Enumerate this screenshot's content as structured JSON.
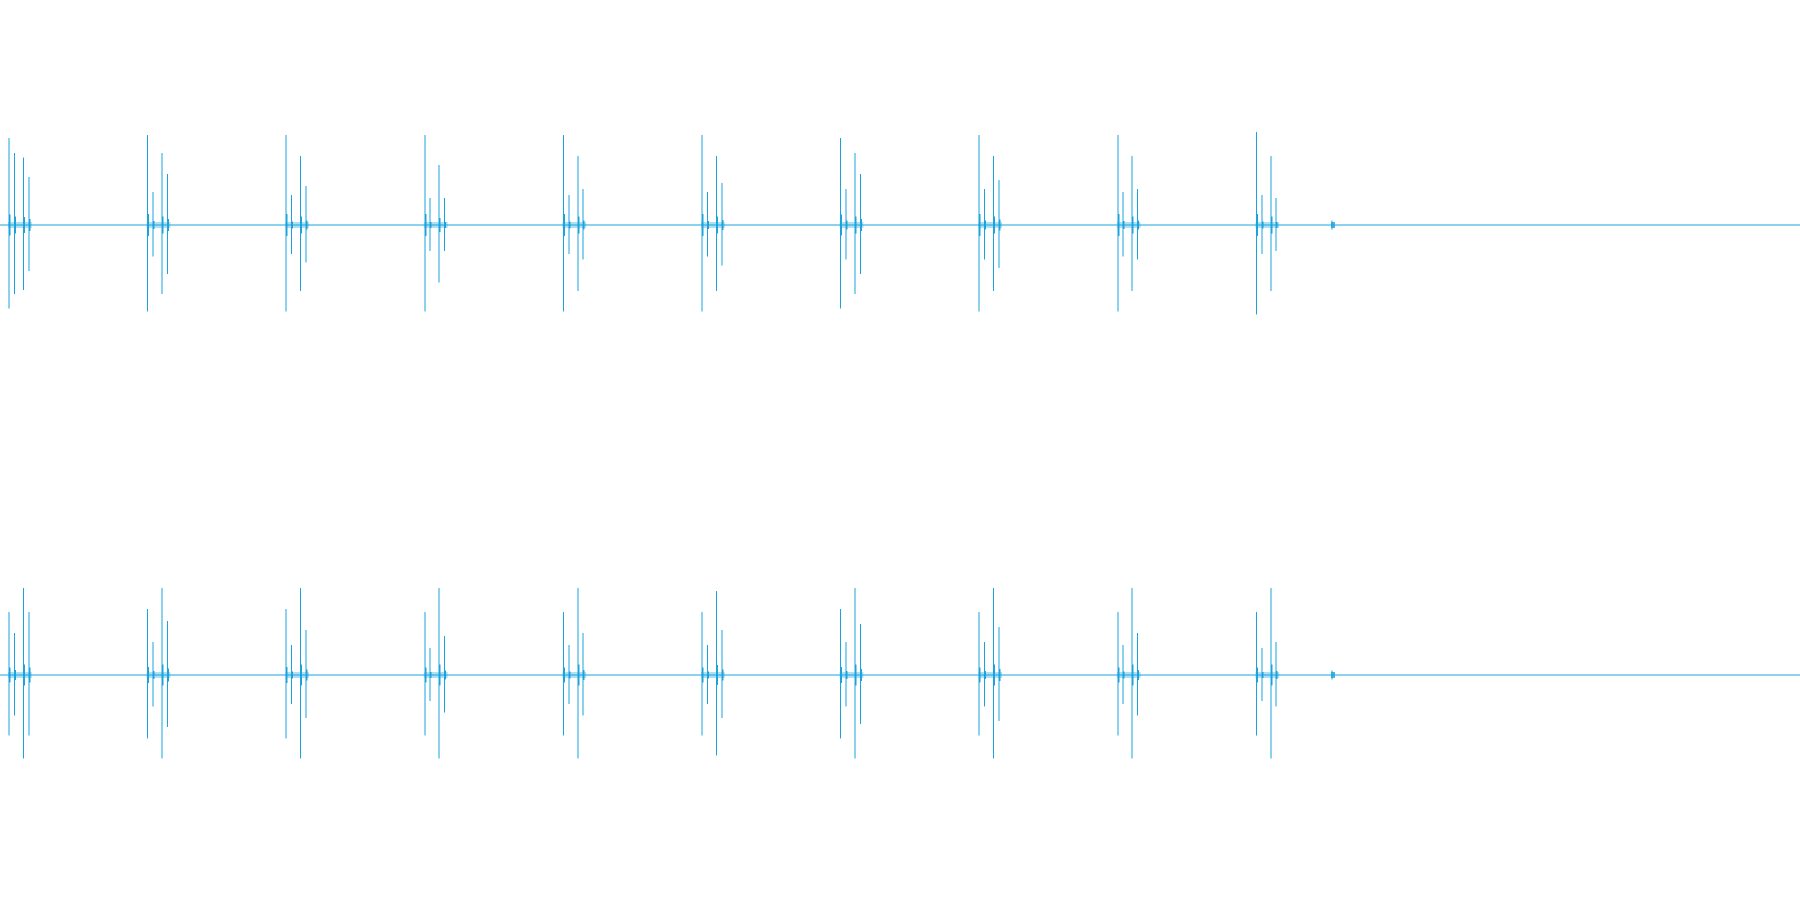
{
  "chart_data": {
    "type": "line",
    "title": "",
    "xlabel": "",
    "ylabel": "",
    "grid": false,
    "legend": "none",
    "color": "#1aa3de",
    "ylim": [
      -1,
      1
    ],
    "xlim": [
      0,
      1
    ],
    "channels": [
      {
        "events": [
          {
            "t": 0.005,
            "peaks": [
              {
                "dt": 0.0,
                "amp": 0.58
              },
              {
                "dt": 0.003,
                "amp": 0.48
              },
              {
                "dt": 0.008,
                "amp": 0.45
              },
              {
                "dt": 0.011,
                "amp": 0.32
              }
            ]
          },
          {
            "t": 0.082,
            "peaks": [
              {
                "dt": 0.0,
                "amp": 0.6
              },
              {
                "dt": 0.003,
                "amp": 0.22
              },
              {
                "dt": 0.008,
                "amp": 0.48
              },
              {
                "dt": 0.011,
                "amp": 0.34
              }
            ]
          },
          {
            "t": 0.159,
            "peaks": [
              {
                "dt": 0.0,
                "amp": 0.6
              },
              {
                "dt": 0.003,
                "amp": 0.2
              },
              {
                "dt": 0.008,
                "amp": 0.46
              },
              {
                "dt": 0.011,
                "amp": 0.26
              }
            ]
          },
          {
            "t": 0.236,
            "peaks": [
              {
                "dt": 0.0,
                "amp": 0.6
              },
              {
                "dt": 0.003,
                "amp": 0.18
              },
              {
                "dt": 0.008,
                "amp": 0.4
              },
              {
                "dt": 0.011,
                "amp": 0.18
              }
            ]
          },
          {
            "t": 0.313,
            "peaks": [
              {
                "dt": 0.0,
                "amp": 0.6
              },
              {
                "dt": 0.003,
                "amp": 0.2
              },
              {
                "dt": 0.008,
                "amp": 0.46
              },
              {
                "dt": 0.011,
                "amp": 0.24
              }
            ]
          },
          {
            "t": 0.39,
            "peaks": [
              {
                "dt": 0.0,
                "amp": 0.6
              },
              {
                "dt": 0.003,
                "amp": 0.22
              },
              {
                "dt": 0.008,
                "amp": 0.46
              },
              {
                "dt": 0.011,
                "amp": 0.28
              }
            ]
          },
          {
            "t": 0.467,
            "peaks": [
              {
                "dt": 0.0,
                "amp": 0.58
              },
              {
                "dt": 0.003,
                "amp": 0.24
              },
              {
                "dt": 0.008,
                "amp": 0.48
              },
              {
                "dt": 0.011,
                "amp": 0.34
              }
            ]
          },
          {
            "t": 0.544,
            "peaks": [
              {
                "dt": 0.0,
                "amp": 0.6
              },
              {
                "dt": 0.003,
                "amp": 0.24
              },
              {
                "dt": 0.008,
                "amp": 0.46
              },
              {
                "dt": 0.011,
                "amp": 0.3
              }
            ]
          },
          {
            "t": 0.621,
            "peaks": [
              {
                "dt": 0.0,
                "amp": 0.6
              },
              {
                "dt": 0.003,
                "amp": 0.22
              },
              {
                "dt": 0.008,
                "amp": 0.46
              },
              {
                "dt": 0.011,
                "amp": 0.24
              }
            ]
          },
          {
            "t": 0.698,
            "peaks": [
              {
                "dt": 0.0,
                "amp": 0.62
              },
              {
                "dt": 0.003,
                "amp": 0.2
              },
              {
                "dt": 0.008,
                "amp": 0.46
              },
              {
                "dt": 0.011,
                "amp": 0.18
              }
            ]
          },
          {
            "t": 0.74,
            "peaks": [
              {
                "dt": 0.0,
                "amp": 0.03
              }
            ]
          }
        ]
      },
      {
        "events": [
          {
            "t": 0.005,
            "peaks": [
              {
                "dt": 0.0,
                "amp": 0.42
              },
              {
                "dt": 0.003,
                "amp": 0.28
              },
              {
                "dt": 0.008,
                "amp": 0.58
              },
              {
                "dt": 0.011,
                "amp": 0.42
              }
            ]
          },
          {
            "t": 0.082,
            "peaks": [
              {
                "dt": 0.0,
                "amp": 0.44
              },
              {
                "dt": 0.003,
                "amp": 0.22
              },
              {
                "dt": 0.008,
                "amp": 0.58
              },
              {
                "dt": 0.011,
                "amp": 0.36
              }
            ]
          },
          {
            "t": 0.159,
            "peaks": [
              {
                "dt": 0.0,
                "amp": 0.44
              },
              {
                "dt": 0.003,
                "amp": 0.2
              },
              {
                "dt": 0.008,
                "amp": 0.58
              },
              {
                "dt": 0.011,
                "amp": 0.3
              }
            ]
          },
          {
            "t": 0.236,
            "peaks": [
              {
                "dt": 0.0,
                "amp": 0.42
              },
              {
                "dt": 0.003,
                "amp": 0.18
              },
              {
                "dt": 0.008,
                "amp": 0.58
              },
              {
                "dt": 0.011,
                "amp": 0.26
              }
            ]
          },
          {
            "t": 0.313,
            "peaks": [
              {
                "dt": 0.0,
                "amp": 0.42
              },
              {
                "dt": 0.003,
                "amp": 0.2
              },
              {
                "dt": 0.008,
                "amp": 0.58
              },
              {
                "dt": 0.011,
                "amp": 0.28
              }
            ]
          },
          {
            "t": 0.39,
            "peaks": [
              {
                "dt": 0.0,
                "amp": 0.42
              },
              {
                "dt": 0.003,
                "amp": 0.2
              },
              {
                "dt": 0.008,
                "amp": 0.56
              },
              {
                "dt": 0.011,
                "amp": 0.3
              }
            ]
          },
          {
            "t": 0.467,
            "peaks": [
              {
                "dt": 0.0,
                "amp": 0.44
              },
              {
                "dt": 0.003,
                "amp": 0.22
              },
              {
                "dt": 0.008,
                "amp": 0.58
              },
              {
                "dt": 0.011,
                "amp": 0.34
              }
            ]
          },
          {
            "t": 0.544,
            "peaks": [
              {
                "dt": 0.0,
                "amp": 0.42
              },
              {
                "dt": 0.003,
                "amp": 0.22
              },
              {
                "dt": 0.008,
                "amp": 0.58
              },
              {
                "dt": 0.011,
                "amp": 0.32
              }
            ]
          },
          {
            "t": 0.621,
            "peaks": [
              {
                "dt": 0.0,
                "amp": 0.42
              },
              {
                "dt": 0.003,
                "amp": 0.2
              },
              {
                "dt": 0.008,
                "amp": 0.58
              },
              {
                "dt": 0.011,
                "amp": 0.28
              }
            ]
          },
          {
            "t": 0.698,
            "peaks": [
              {
                "dt": 0.0,
                "amp": 0.42
              },
              {
                "dt": 0.003,
                "amp": 0.18
              },
              {
                "dt": 0.008,
                "amp": 0.58
              },
              {
                "dt": 0.011,
                "amp": 0.22
              }
            ]
          },
          {
            "t": 0.74,
            "peaks": [
              {
                "dt": 0.0,
                "amp": 0.03
              }
            ]
          }
        ]
      }
    ]
  }
}
